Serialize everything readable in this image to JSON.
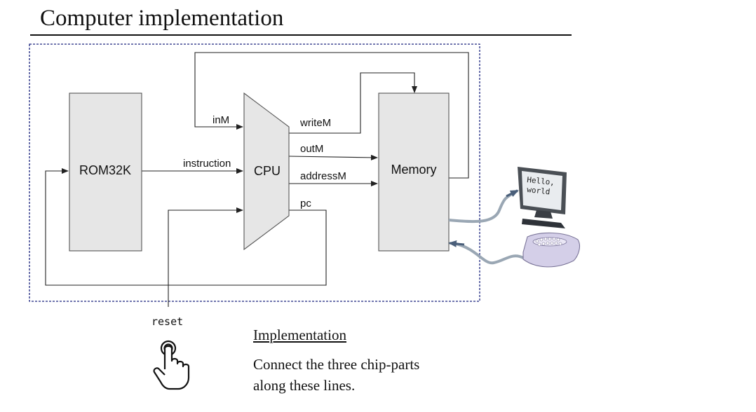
{
  "slide": {
    "title": "Computer implementation"
  },
  "diagram": {
    "rom_label": "ROM32K",
    "cpu_label": "CPU",
    "memory_label": "Memory",
    "signals": {
      "inM": "inM",
      "instruction": "instruction",
      "writeM": "writeM",
      "outM": "outM",
      "addressM": "addressM",
      "pc": "pc"
    },
    "screen_text_line1": "Hello,",
    "screen_text_line2": "world",
    "reset_label": "reset"
  },
  "implementation": {
    "heading": "Implementation",
    "line1": "Connect the three chip-parts",
    "line2": "along these lines."
  },
  "colors": {
    "chip_fill": "#e6e6e6",
    "chip_stroke": "#555555",
    "frame_border": "#1a237e",
    "cable": "#778899"
  }
}
